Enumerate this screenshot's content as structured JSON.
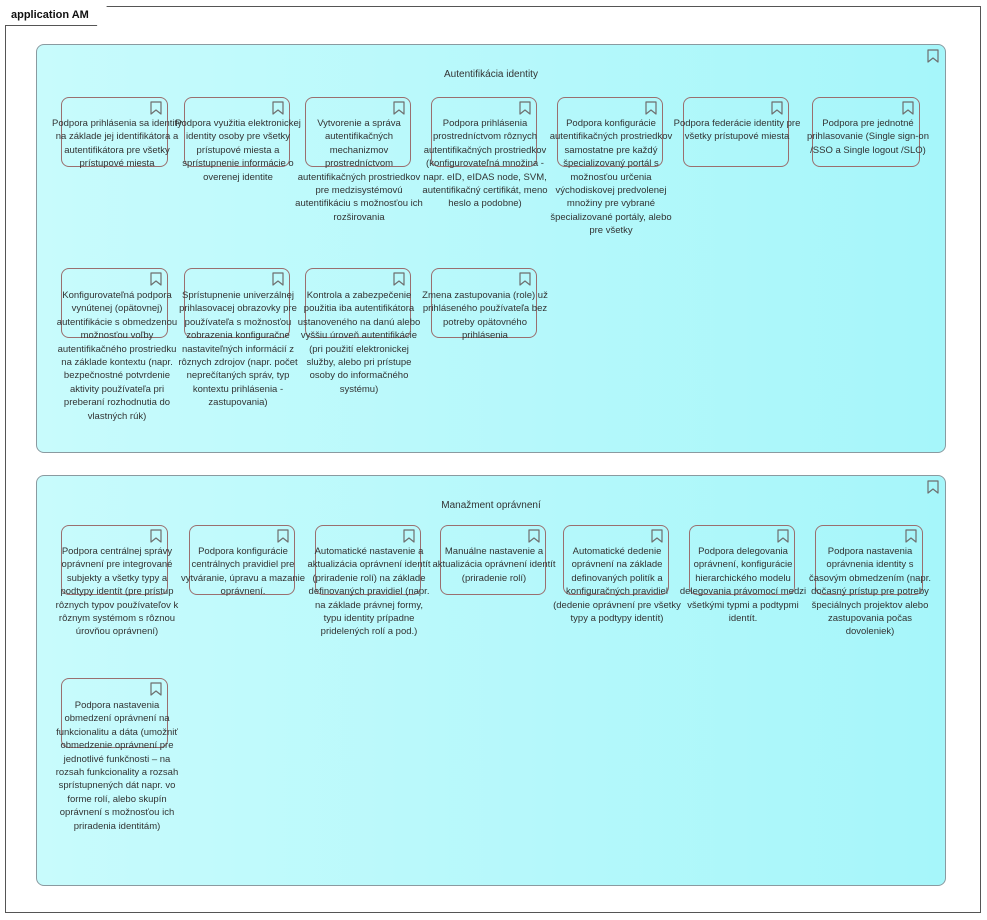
{
  "frame": {
    "title": "application AM"
  },
  "groups": [
    {
      "title": "Autentifikácia identity",
      "capabilities": [
        "Podpora prihlásenia sa identity na základe jej identifikátora a autentifikátora pre všetky prístupové miesta",
        "Podpora využitia elektronickej identity osoby pre všetky prístupové miesta a sprístupnenie informácie o overenej identite",
        "Vytvorenie a správa autentifikačných mechanizmov prostredníctvom autentifikačných prostriedkov pre medzisystémovú autentifikáciu s možnosťou ich rozširovania",
        "Podpora prihlásenia prostredníctvom rôznych autentifikačných prostriedkov (konfigurovateľná množina - napr. eID, eIDAS node, SVM, autentifikačný certifikát, meno heslo a podobne)",
        "Podpora konfigurácie autentifikačných prostriedkov samostatne pre každý špecializovaný portál s možnosťou určenia východiskovej predvolenej množiny pre vybrané špecializované portály, alebo pre všetky",
        "Podpora federácie identity pre všetky prístupové miesta",
        "Podpora pre jednotné prihlasovanie (Single sign-on /SSO a Single logout /SLO)",
        "Konfigurovateľná podpora vynútenej (opätovnej) autentifikácie s obmedzenou možnosťou voľby autentifikačného prostriedku na základe kontextu (napr. bezpečnostné potvrdenie aktivity používateľa pri preberaní rozhodnutia do vlastných rúk)",
        "Sprístupnenie univerzálnej prihlasovacej obrazovky pre používateľa s možnosťou zobrazenia konfiguračne nastaviteľných informácií z rôznych zdrojov (napr. počet neprečítaných správ, typ kontextu prihlásenia - zastupovania)",
        "Kontrola a zabezpečenie použitia iba autentifikátora ustanoveného na danú alebo vyššiu úroveň autentifikácie (pri použití elektronickej služby, alebo pri prístupe osoby do informačného systému)",
        "Zmena zastupovania (role) už prihláseného používateľa bez potreby opätovného prihlásenia"
      ]
    },
    {
      "title": "Manažment oprávnení",
      "capabilities": [
        "Podpora centrálnej správy oprávnení pre integrované subjekty a všetky typy a podtypy identít (pre prístup rôznych typov používateľov k rôznym systémom s rôznou úrovňou oprávnení)",
        "Podpora konfigurácie centrálnych pravidiel pre vytváranie, úpravu a mazanie oprávnení.",
        "Automatické nastavenie a aktualizácia oprávnení identít (priradenie rolí) na základe definovaných pravidiel (napr. na základe právnej formy, typu identity prípadne pridelených rolí a pod.)",
        "Manuálne nastavenie a aktualizácia oprávnení identít (priradenie rolí)",
        "Automatické dedenie oprávnení na základe definovaných politík a konfiguračných pravidiel (dedenie oprávnení pre všetky typy a podtypy identít)",
        "Podpora delegovania oprávnení, konfigurácie hierarchického modelu delegovania právomocí medzi všetkými typmi a podtypmi identít.",
        "Podpora nastavenia oprávnenia identity s časovým obmedzením (napr. dočasný prístup pre potreby špeciálnych projektov alebo zastupovania počas dovoleniek)",
        "Podpora nastavenia obmedzení oprávnení na funkcionalitu a dáta (umožniť obmedzenie oprávnení pre jednotlivé funkčnosti – na rozsah funkcionality a rozsah sprístupnených dát napr. vo forme rolí, alebo skupín oprávnení s možnosťou ich priradenia identitám)"
      ]
    }
  ]
}
